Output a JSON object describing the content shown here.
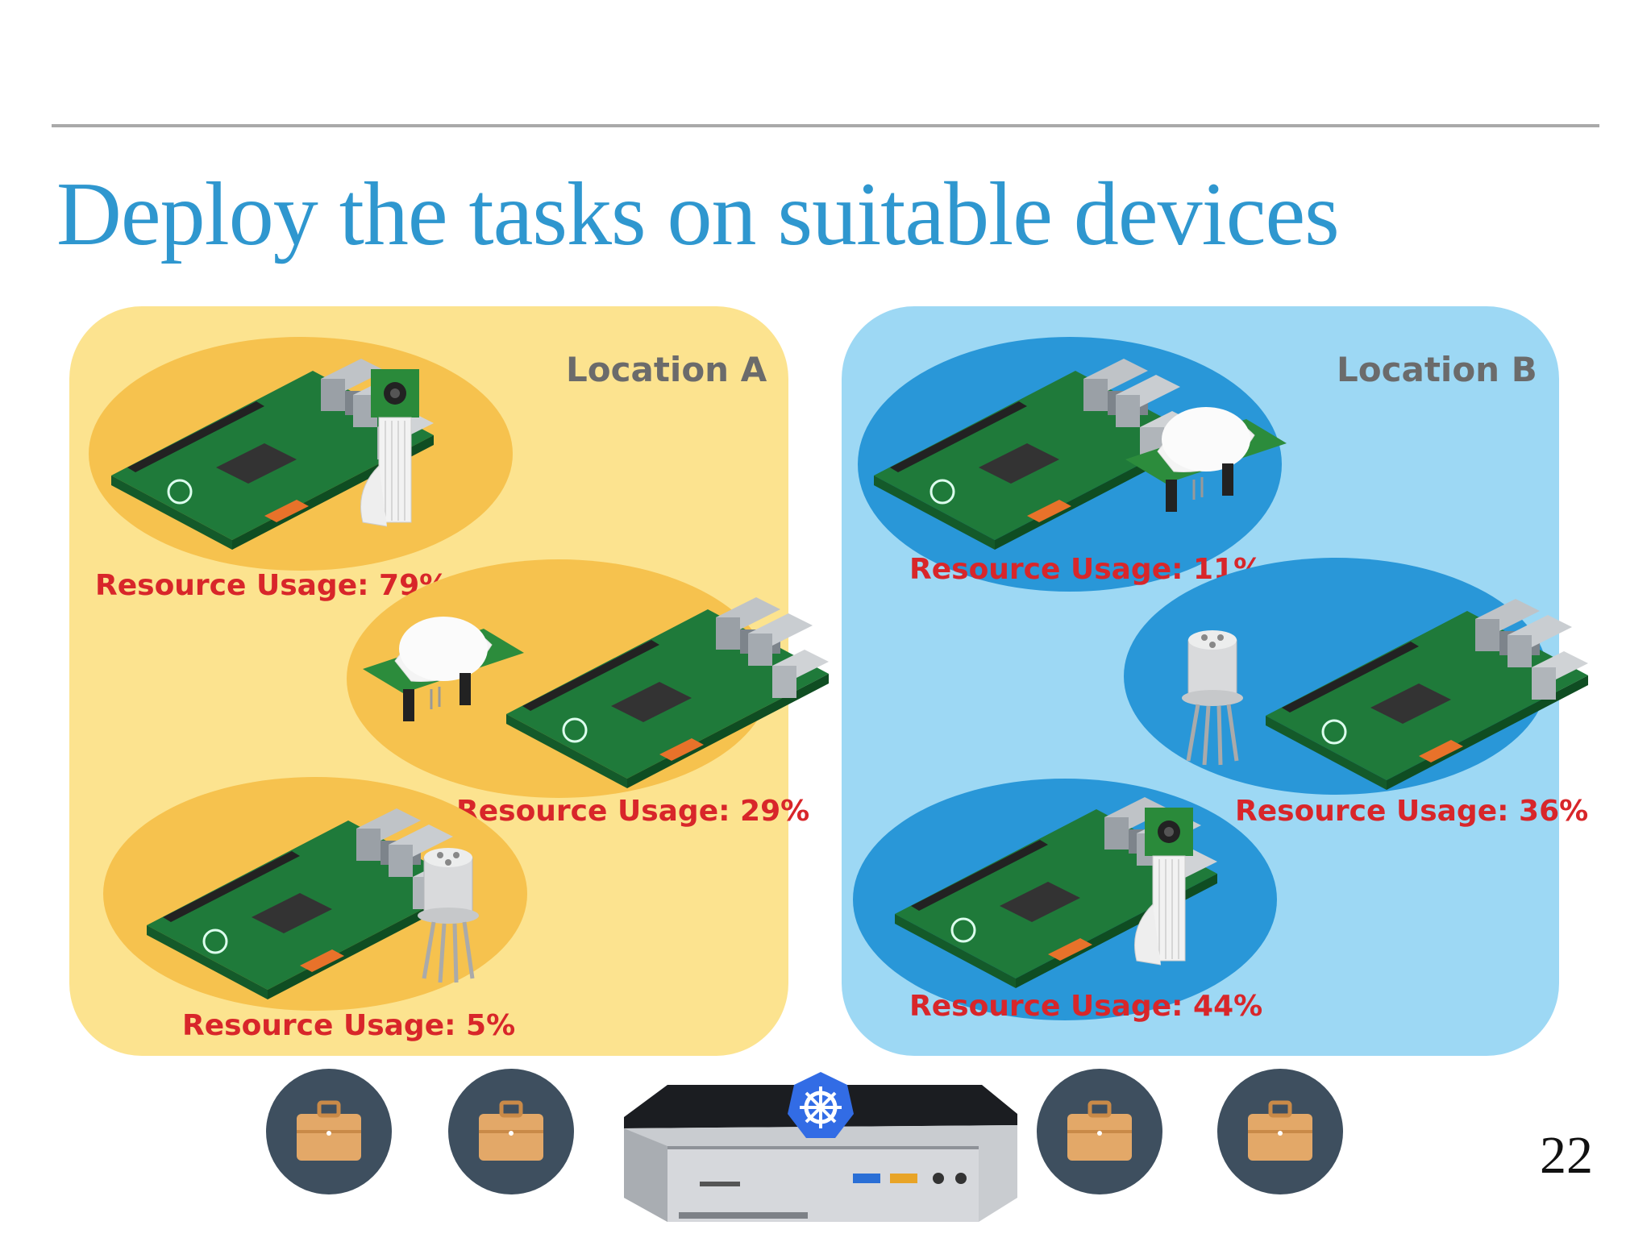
{
  "slide": {
    "title": "Deploy the tasks on suitable devices",
    "page_number": "22"
  },
  "locations": [
    {
      "label": "Location A"
    },
    {
      "label": "Location B"
    }
  ],
  "devices": [
    {
      "usage": "Resource Usage: 79%",
      "sensor": "camera-module-icon"
    },
    {
      "usage": "Resource Usage: 29%",
      "sensor": "pir-motion-sensor-icon"
    },
    {
      "usage": "Resource Usage: 5%",
      "sensor": "gas-sensor-icon"
    },
    {
      "usage": "Resource Usage: 11%",
      "sensor": "pir-motion-sensor-icon"
    },
    {
      "usage": "Resource Usage: 36%",
      "sensor": "gas-sensor-icon"
    },
    {
      "usage": "Resource Usage: 44%",
      "sensor": "camera-module-icon"
    }
  ],
  "colors": {
    "title": "#2f97cf",
    "location_a_bg": "#fce38f",
    "location_a_blob": "#f6c24e",
    "location_b_bg": "#9dd8f4",
    "location_b_blob": "#2997d8",
    "usage_text": "#d8262a",
    "task_circle": "#3e4f5f",
    "task_briefcase": "#e3a868"
  }
}
